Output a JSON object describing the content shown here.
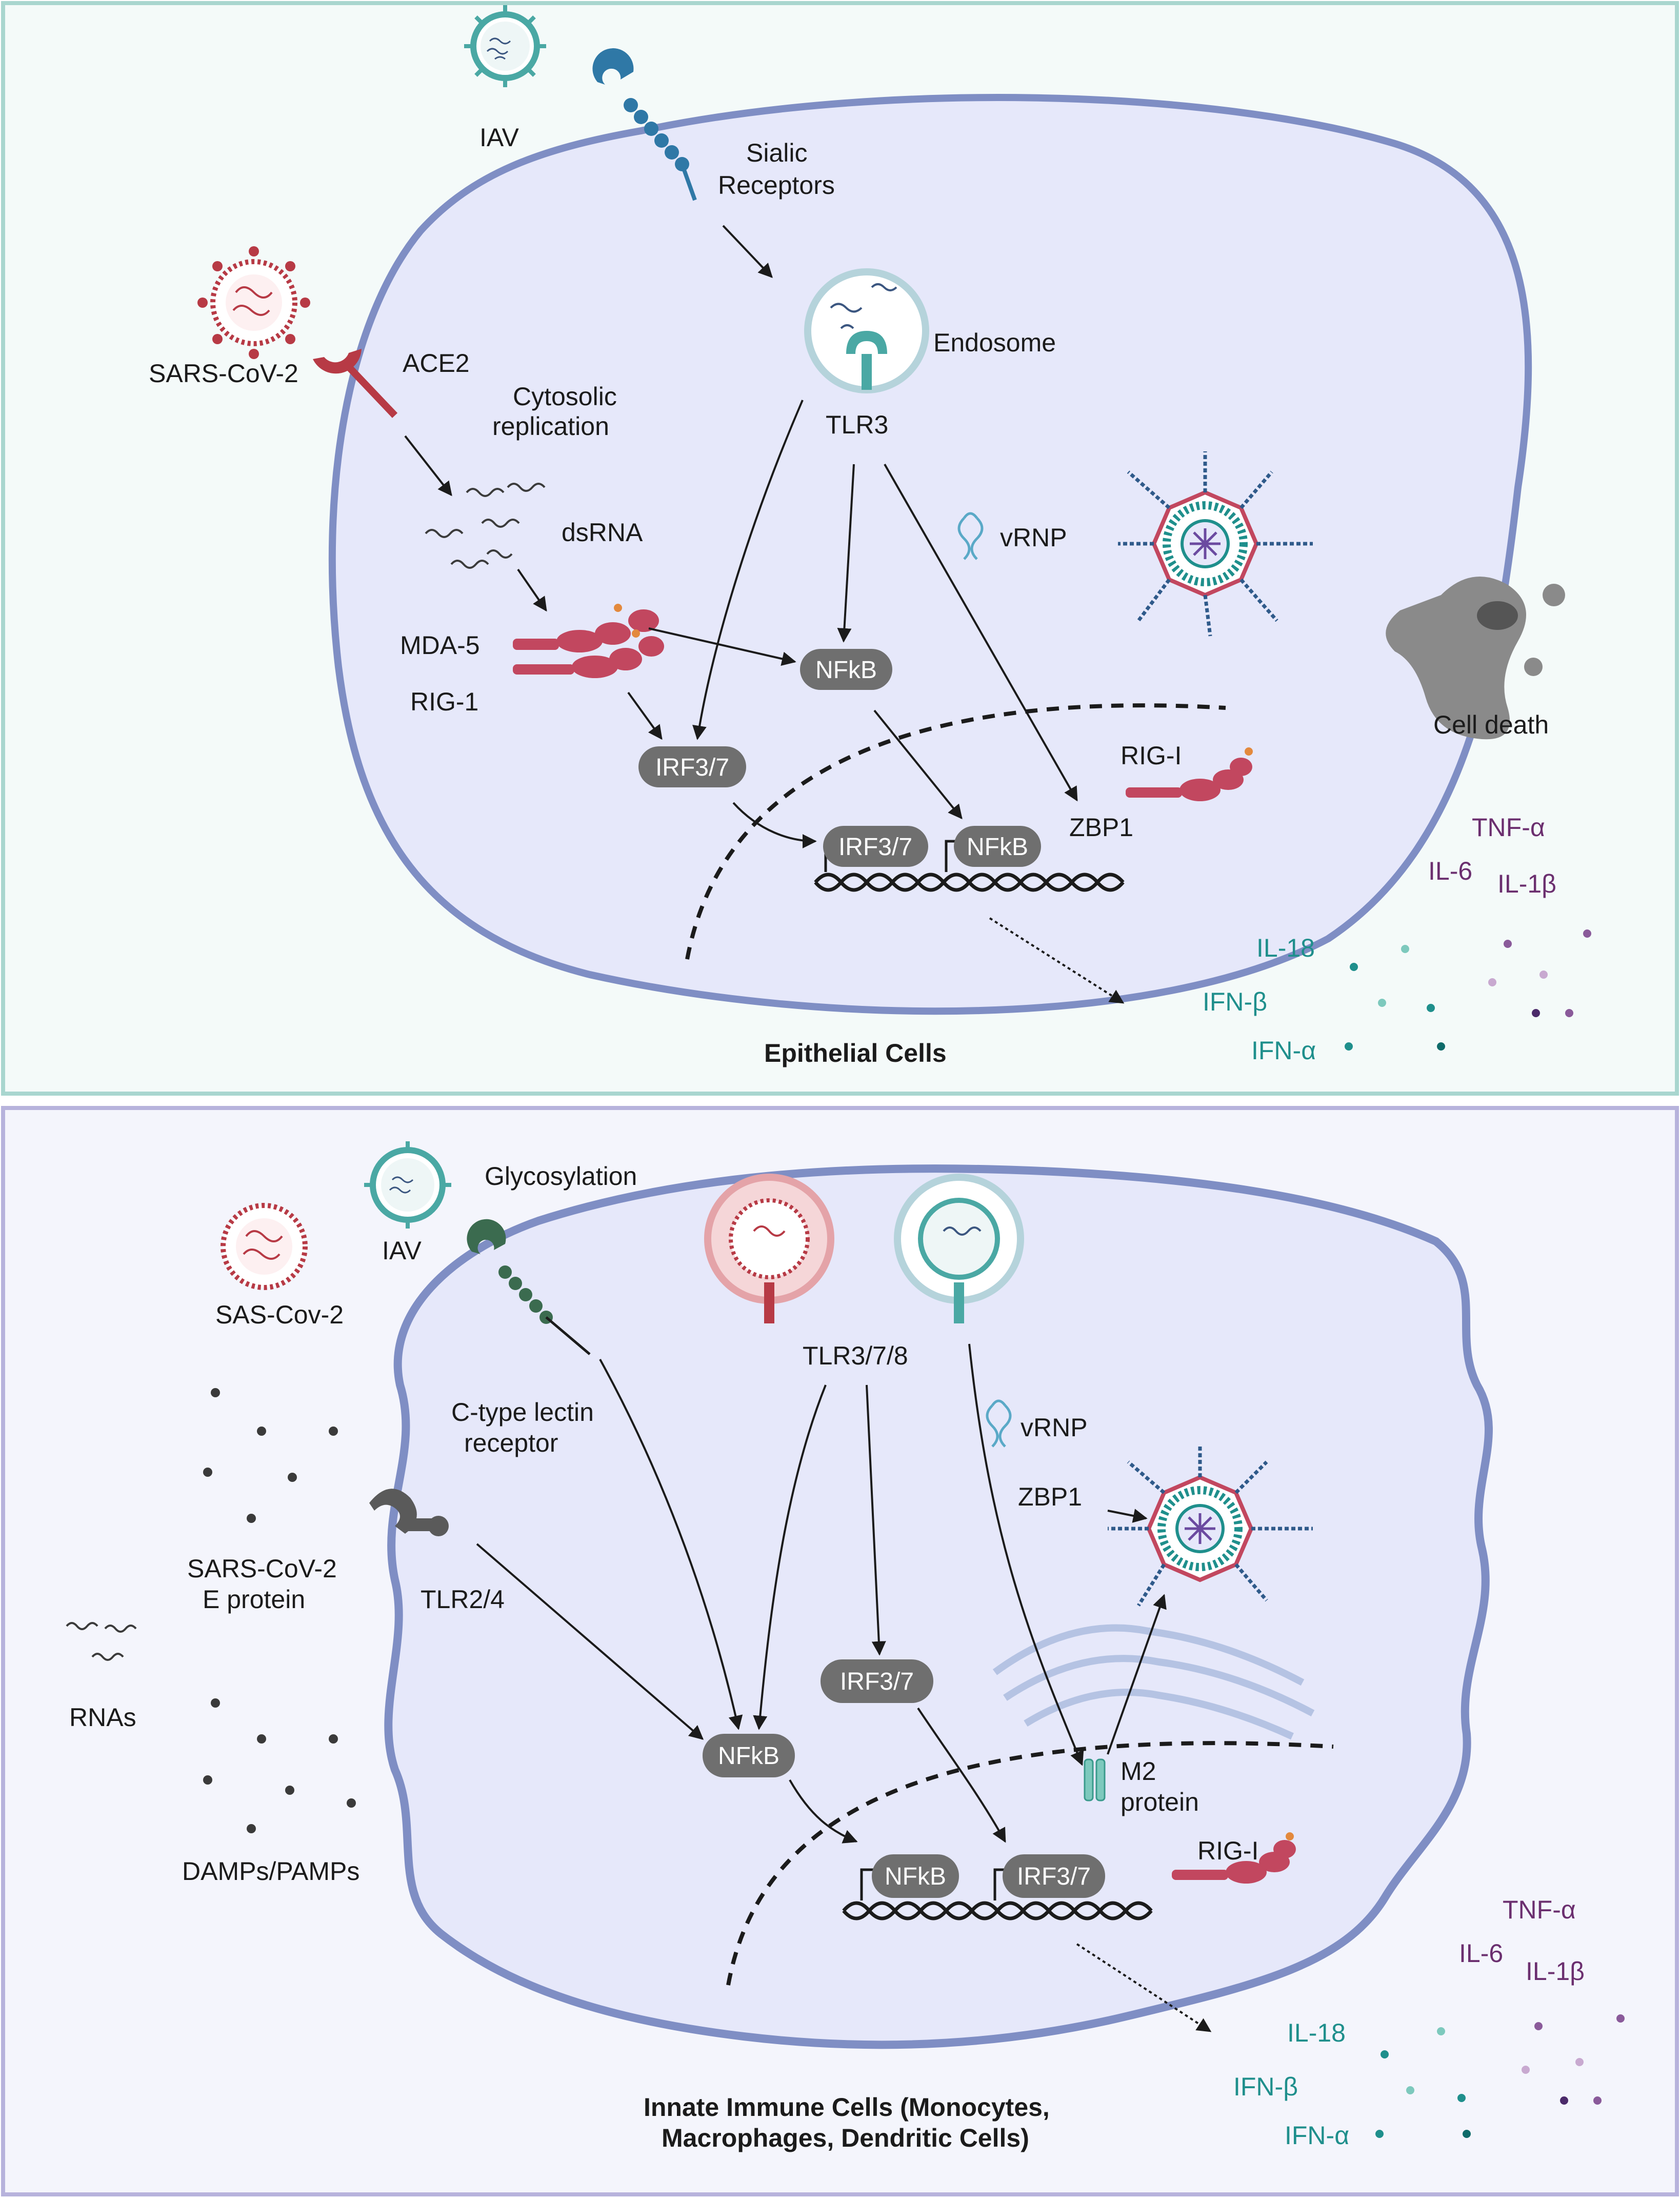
{
  "panels": {
    "top_title": "Epithelial Cells",
    "bottom_title_line1": "Innate Immune Cells (Monocytes,",
    "bottom_title_line2": "Macrophages, Dendritic Cells)"
  },
  "top": {
    "iav": "IAV",
    "sialic_1": "Sialic",
    "sialic_2": "Receptors",
    "sarscov2": "SARS-CoV-2",
    "ace2": "ACE2",
    "cytosolic_1": "Cytosolic",
    "cytosolic_2": "replication",
    "endosome": "Endosome",
    "tlr3": "TLR3",
    "dsrna": "dsRNA",
    "vrnp": "vRNP",
    "mda5": "MDA-5",
    "rig1": "RIG-1",
    "nfkb": "NFkB",
    "irf37": "IRF3/7",
    "irf37_nuc": "IRF3/7",
    "nfkb_nuc": "NFkB",
    "zbp1": "ZBP1",
    "rigi": "RIG-I",
    "cell_death": "Cell death",
    "cytokines": {
      "tnfa": "TNF-α",
      "il6": "IL-6",
      "il1b": "IL-1β",
      "il18": "IL-18",
      "ifnb": "IFN-β",
      "ifna": "IFN-α"
    }
  },
  "bottom": {
    "glycosylation": "Glycosylation",
    "iav": "IAV",
    "sascov2": "SAS-Cov-2",
    "ctype_1": "C-type lectin",
    "ctype_2": "receptor",
    "tlr378": "TLR3/7/8",
    "vrnp": "vRNP",
    "zbp1": "ZBP1",
    "eprotein_1": "SARS-CoV-2",
    "eprotein_2": "E protein",
    "tlr24": "TLR2/4",
    "rnas": "RNAs",
    "damps": "DAMPs/PAMPs",
    "irf37": "IRF3/7",
    "nfkb": "NFkB",
    "m2_1": "M2",
    "m2_2": "protein",
    "nfkb_nuc": "NFkB",
    "irf37_nuc": "IRF3/7",
    "rigi": "RIG-I",
    "cytokines": {
      "tnfa": "TNF-α",
      "il6": "IL-6",
      "il1b": "IL-1β",
      "il18": "IL-18",
      "ifnb": "IFN-β",
      "ifna": "IFN-α"
    }
  },
  "colors": {
    "top_panel_border": "#a9d6cf",
    "top_panel_fill": "#f4faf9",
    "bottom_panel_border": "#b7b3dc",
    "bottom_panel_fill": "#f4f5fc",
    "cell_border": "#7f8ec4",
    "cell_fill": "#e6e8fa",
    "box_gray": "#6f6f6f",
    "teal": "#1f8f8c",
    "purple": "#6b2f6f",
    "sars_red": "#b73a45",
    "rig_pink": "#c2475f",
    "iav_teal": "#4aa8a4",
    "receptor_blue": "#2f78a6"
  }
}
